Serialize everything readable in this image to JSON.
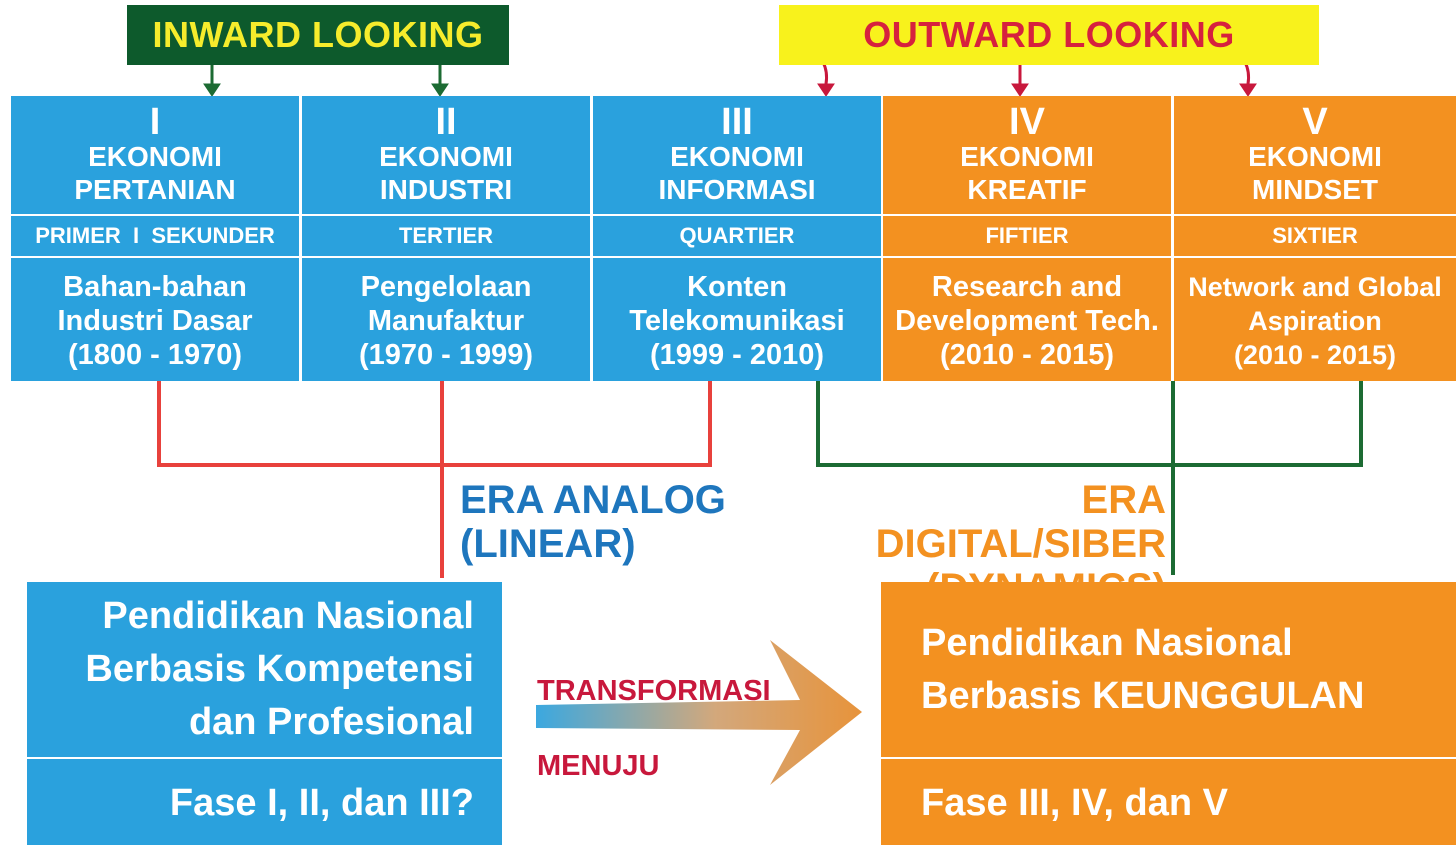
{
  "headers": {
    "inward": "INWARD LOOKING",
    "outward": "OUTWARD LOOKING"
  },
  "phases": [
    {
      "numeral": "I",
      "title1": "EKONOMI",
      "title2": "PERTANIAN",
      "sector": "PRIMER  I  SEKUNDER",
      "desc1": "Bahan-bahan",
      "desc2": "Industri Dasar",
      "years": "(1800 - 1970)"
    },
    {
      "numeral": "II",
      "title1": "EKONOMI",
      "title2": "INDUSTRI",
      "sector": "TERTIER",
      "desc1": "Pengelolaan",
      "desc2": "Manufaktur",
      "years": "(1970 - 1999)"
    },
    {
      "numeral": "III",
      "title1": "EKONOMI",
      "title2": "INFORMASI",
      "sector": "QUARTIER",
      "desc1": "Konten",
      "desc2": "Telekomunikasi",
      "years": "(1999 - 2010)"
    },
    {
      "numeral": "IV",
      "title1": "EKONOMI",
      "title2": "KREATIF",
      "sector": "FIFTIER",
      "desc1": "Research and",
      "desc2": "Development Tech.",
      "years": "(2010 - 2015)"
    },
    {
      "numeral": "V",
      "title1": "EKONOMI",
      "title2": "MINDSET",
      "sector": "SIXTIER",
      "desc1": "Network and Global",
      "desc2": "Aspiration",
      "years": "(2010 - 2015)"
    }
  ],
  "eras": {
    "analog_line1": "ERA ANALOG",
    "analog_line2": "(LINEAR)",
    "digital_line1": "ERA DIGITAL/SIBER",
    "digital_line2": "(DYNAMICS)"
  },
  "boxes": {
    "left_line1": "Pendidikan Nasional",
    "left_line2": "Berbasis Kompetensi",
    "left_line3": "dan Profesional",
    "left_phase": "Fase I, II, dan III?",
    "right_line1": "Pendidikan Nasional",
    "right_line2": "Berbasis KEUNGGULAN",
    "right_phase": "Fase III, IV, dan V"
  },
  "transform": {
    "word1": "TRANSFORMASI",
    "word2": "MENUJU"
  },
  "colors": {
    "blue": "#2aa1dd",
    "orange": "#f39120",
    "dark_green": "#0d5a2c",
    "yellow": "#f8f21c",
    "red": "#e8413c",
    "green_line": "#1c6b33",
    "crimson": "#c8183c"
  }
}
